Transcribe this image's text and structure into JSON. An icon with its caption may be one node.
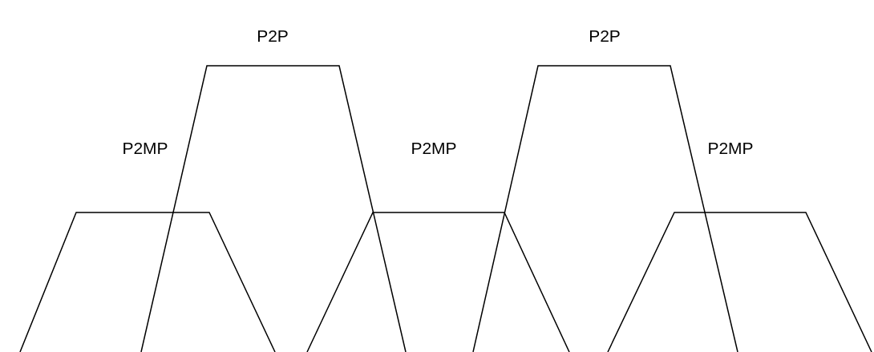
{
  "diagram": {
    "labels": [
      "P2P",
      "P2P",
      "P2MP",
      "P2MP",
      "P2MP"
    ]
  }
}
